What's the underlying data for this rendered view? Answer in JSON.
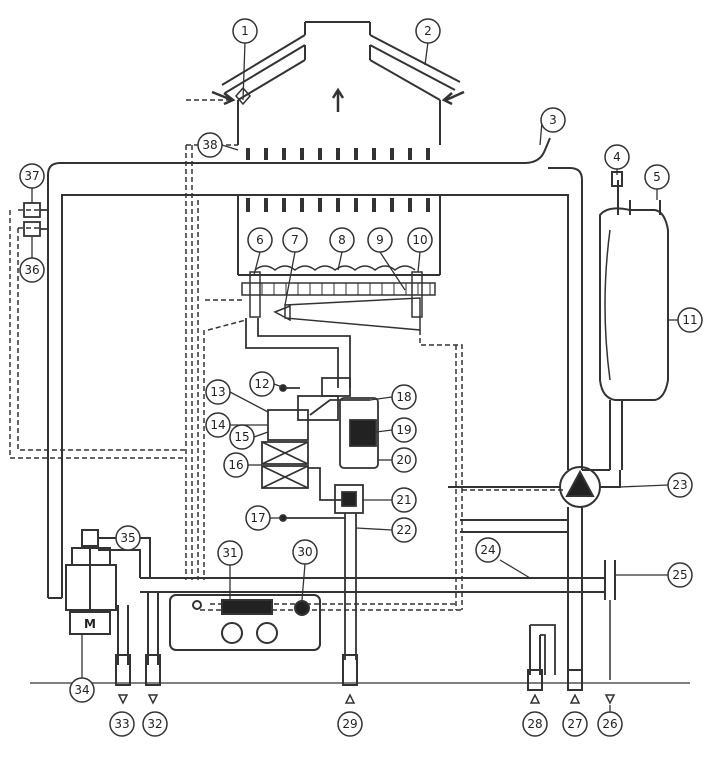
{
  "diagram": {
    "callouts": [
      "1",
      "2",
      "3",
      "4",
      "5",
      "6",
      "7",
      "8",
      "9",
      "10",
      "11",
      "12",
      "13",
      "14",
      "15",
      "16",
      "17",
      "18",
      "19",
      "20",
      "21",
      "22",
      "23",
      "24",
      "25",
      "26",
      "27",
      "28",
      "29",
      "30",
      "31",
      "32",
      "33",
      "34",
      "35",
      "36",
      "37",
      "38"
    ],
    "motor_label": "M",
    "colors": {
      "line": "#333333",
      "light": "#777777",
      "fill_dark": "#222222"
    }
  }
}
